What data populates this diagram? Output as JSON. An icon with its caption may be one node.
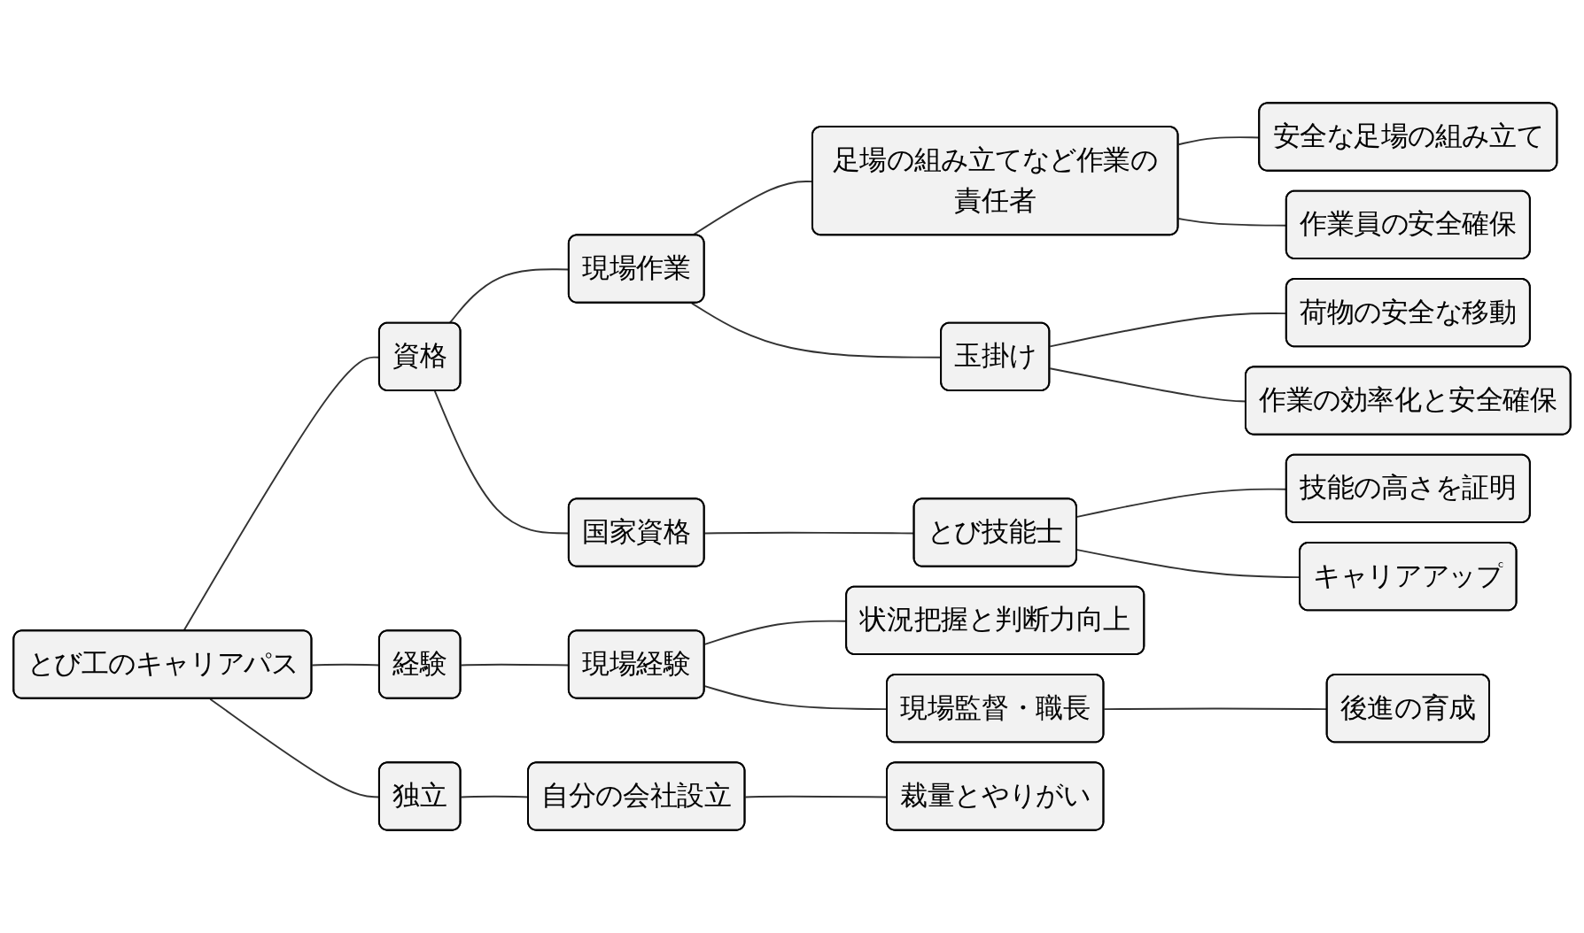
{
  "diagram": {
    "nodes": [
      {
        "text": [
          "とび工のキャリアパス"
        ]
      },
      {
        "text": [
          "資格"
        ]
      },
      {
        "text": [
          "現場作業"
        ]
      },
      {
        "text": [
          "足場の組み立てなど作業の責任者"
        ]
      },
      {
        "text": [
          "安全な足場の組み立て"
        ]
      },
      {
        "text": [
          "作業員の安全確保"
        ]
      },
      {
        "text": [
          "玉掛け"
        ]
      },
      {
        "text": [
          "荷物の安全な移動"
        ]
      },
      {
        "text": [
          "作業の効率化と安全確保"
        ]
      },
      {
        "text": [
          "国家資格"
        ]
      },
      {
        "text": [
          "とび技能士"
        ]
      },
      {
        "text": [
          "技能の高さを証明"
        ]
      },
      {
        "text": [
          "キャリアアップ"
        ]
      },
      {
        "text": [
          "経験"
        ]
      },
      {
        "text": [
          "現場経験"
        ]
      },
      {
        "text": [
          "状況把握と判断力向上"
        ]
      },
      {
        "text": [
          "現場監督・職長"
        ]
      },
      {
        "text": [
          "後進の育成"
        ]
      },
      {
        "text": [
          "独立"
        ]
      },
      {
        "text": [
          "自分の会社設立"
        ]
      },
      {
        "text": [
          "裁量とやりがい"
        ]
      }
    ],
    "edges": [
      {
        "from": 0,
        "to": 1,
        "arrow": "none"
      },
      {
        "from": 1,
        "to": 2,
        "arrow": "none"
      },
      {
        "from": 2,
        "to": 3,
        "arrow": "none"
      },
      {
        "from": 3,
        "to": 4,
        "arrow": "none"
      },
      {
        "from": 3,
        "to": 5,
        "arrow": "none"
      },
      {
        "from": 2,
        "to": 6,
        "arrow": "none"
      },
      {
        "from": 6,
        "to": 7,
        "arrow": "none"
      },
      {
        "from": 6,
        "to": 8,
        "arrow": "none"
      },
      {
        "from": 1,
        "to": 9,
        "arrow": "none"
      },
      {
        "from": 9,
        "to": 10,
        "arrow": "none"
      },
      {
        "from": 10,
        "to": 11,
        "arrow": "none"
      },
      {
        "from": 10,
        "to": 12,
        "arrow": "none"
      },
      {
        "from": 0,
        "to": 13,
        "arrow": "none"
      },
      {
        "from": 13,
        "to": 14,
        "arrow": "none"
      },
      {
        "from": 14,
        "to": 15,
        "arrow": "none"
      },
      {
        "from": 14,
        "to": 16,
        "arrow": "none"
      },
      {
        "from": 16,
        "to": 17,
        "arrow": "none"
      },
      {
        "from": 0,
        "to": 18,
        "arrow": "none"
      },
      {
        "from": 18,
        "to": 19,
        "arrow": "none"
      },
      {
        "from": 19,
        "to": 20,
        "arrow": "none"
      }
    ]
  }
}
